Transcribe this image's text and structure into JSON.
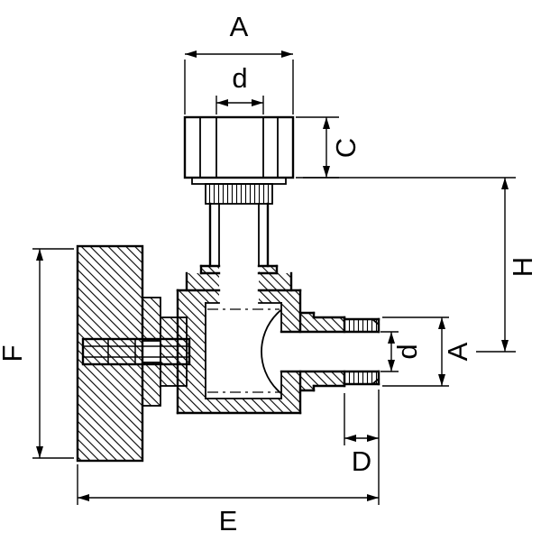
{
  "drawing": {
    "colors": {
      "line": "#000000",
      "background": "#ffffff"
    },
    "dimensions": {
      "top_width": {
        "label": "A"
      },
      "top_bore": {
        "label": "d"
      },
      "nut_height": {
        "label": "C"
      },
      "height": {
        "label": "H"
      },
      "handle_height": {
        "label": "F"
      },
      "outlet_width": {
        "label": "A"
      },
      "outlet_bore": {
        "label": "d"
      },
      "thread_length": {
        "label": "D"
      },
      "overall_width": {
        "label": "E"
      }
    }
  }
}
